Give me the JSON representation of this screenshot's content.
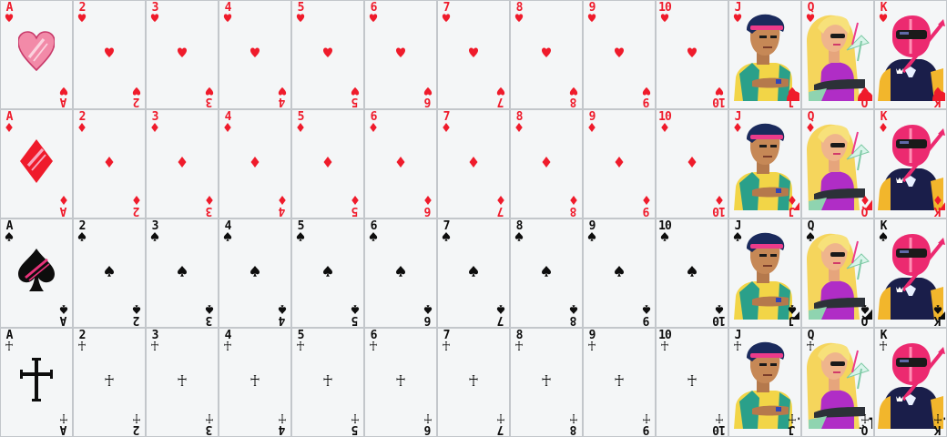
{
  "ranks": [
    "A",
    "2",
    "3",
    "4",
    "5",
    "6",
    "7",
    "8",
    "9",
    "10",
    "J",
    "Q",
    "K"
  ],
  "suits": [
    {
      "name": "hearts",
      "color": "#ef1b2b",
      "accent": "#f28aa8",
      "icon": "heart-icon"
    },
    {
      "name": "diamonds",
      "color": "#ef1b2b",
      "accent": "#f28aa8",
      "icon": "diamond-icon"
    },
    {
      "name": "spades",
      "color": "#0d0d0d",
      "accent": "#e8337a",
      "icon": "spade-icon"
    },
    {
      "name": "clubs",
      "color": "#0d0d0d",
      "accent": "#0d0d0d",
      "icon": "cross-icon"
    }
  ],
  "face_characters": {
    "J": "jack-character-icon",
    "Q": "queen-character-icon",
    "K": "king-character-icon"
  }
}
